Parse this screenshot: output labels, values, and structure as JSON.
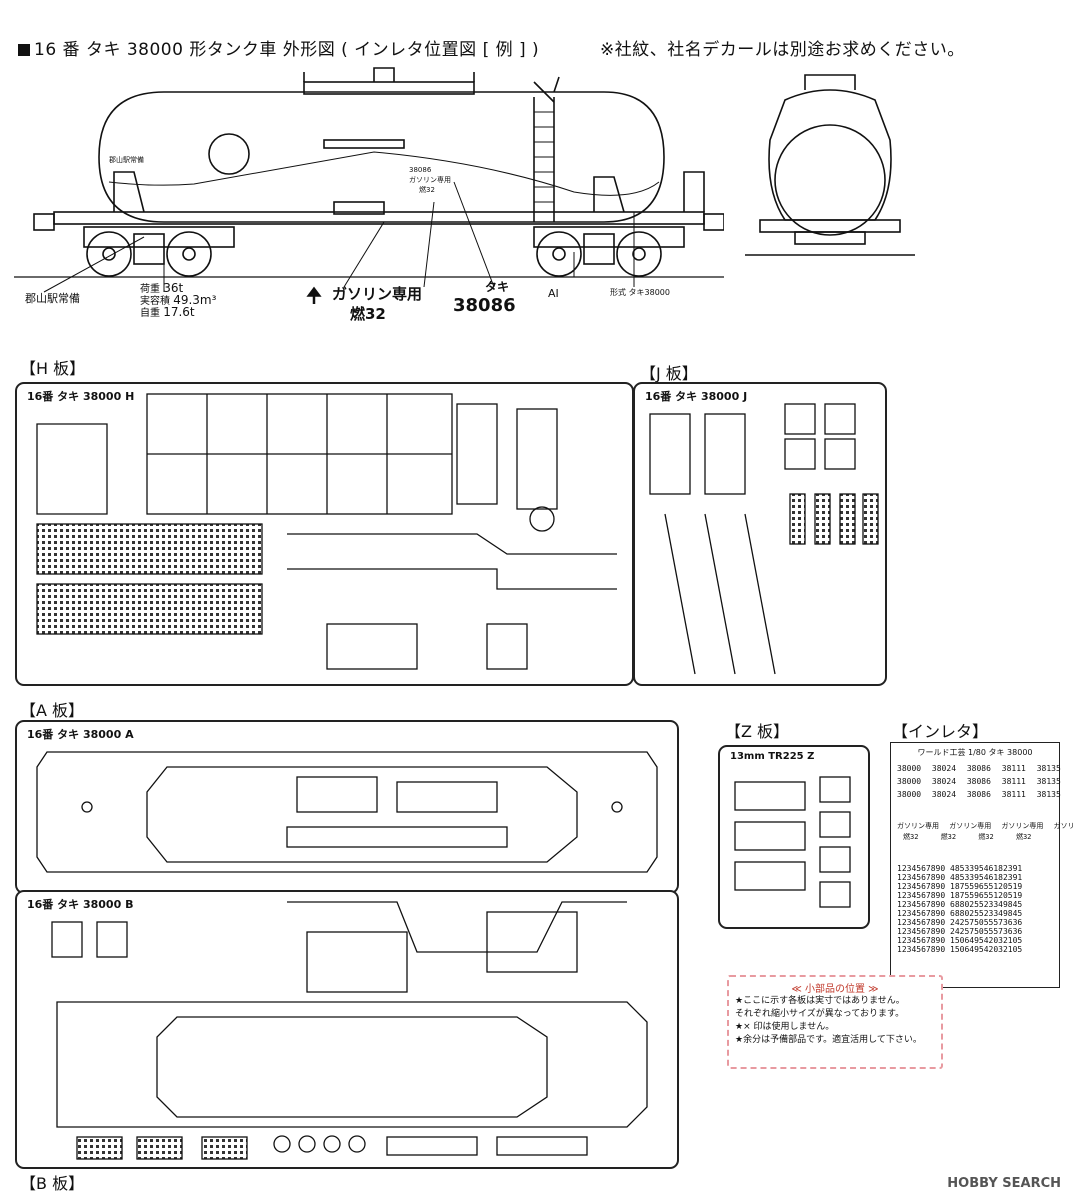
{
  "header": {
    "title": "16 番 タキ 38000 形タンク車 外形図 ( インレタ位置図 [ 例 ] )",
    "note": "※社紋、社名デカールは別途お求めください。"
  },
  "drawing": {
    "station_small": "郡山駅常備",
    "station": "郡山駅常備",
    "load_label": "荷重",
    "load_value": "36t",
    "capacity_label": "実容積",
    "capacity_value": "49.3m³",
    "weight_label": "自重",
    "weight_value": "17.6t",
    "gasoline": "ガソリン専用",
    "fuel": "燃32",
    "taki": "タキ",
    "number": "38086",
    "number_small": "38086",
    "gasoline_small": "ガソリン専用",
    "fuel_small": "燃32",
    "ai": "AI",
    "model": "形式 タキ38000"
  },
  "sections": {
    "h": "【H 板】",
    "j": "【J 板】",
    "a": "【A 板】",
    "b": "【B 板】",
    "z": "【Z 板】",
    "inletta": "【インレタ】"
  },
  "panels": {
    "h_title": "16番 タキ 38000 H",
    "j_title": "16番 タキ 38000 J",
    "a_title": "16番 タキ 38000 A",
    "b_title": "16番 タキ 38000 B",
    "z_title": "13mm TR225 Z"
  },
  "inletta": {
    "header": "ワールド工芸 1/80 タキ 38000",
    "numbers": [
      "38000",
      "38024",
      "38086",
      "38111",
      "38135"
    ],
    "gas_label": "ガソリン専用",
    "fuel_label": "燃32",
    "digits": "1234567890",
    "long_rows": [
      "485339546182391",
      "485339546182391",
      "187559655120519",
      "187559655120519",
      "688025523349845",
      "688025523349845",
      "242575055573636",
      "242575055573636",
      "150649542032105",
      "150649542032105"
    ]
  },
  "note": {
    "title": "≪ 小部品の位置 ≫",
    "lines": [
      "★ここに示す各板は実寸ではありません。",
      "それぞれ縮小サイズが異なっております。",
      "★× 印は使用しません。",
      "★余分は予備部品です。適宜活用して下さい。"
    ]
  },
  "watermark": "HOBBY SEARCH"
}
